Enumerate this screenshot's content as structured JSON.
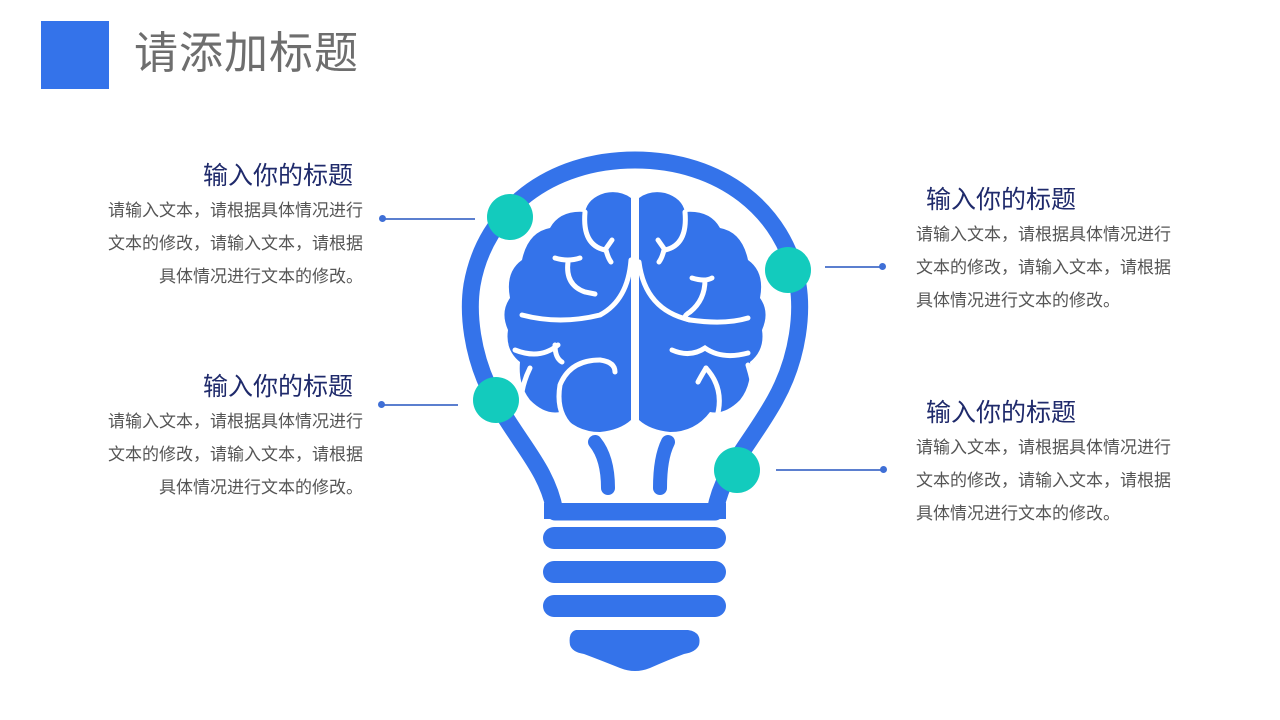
{
  "header": {
    "title": "请添加标题",
    "accent_color": "#3473ea"
  },
  "colors": {
    "bulb": "#3473ea",
    "node": "#13cbbd",
    "heading": "#1f2a6b",
    "body": "#555555",
    "connector": "#5b7fcf"
  },
  "blocks": [
    {
      "position": "top-left",
      "heading": "输入你的标题",
      "lines": [
        "请输入文本，请根据具体情况进行",
        "文本的修改，请输入文本，请根据",
        "具体情况进行文本的修改。"
      ]
    },
    {
      "position": "bottom-left",
      "heading": "输入你的标题",
      "lines": [
        "请输入文本，请根据具体情况进行",
        "文本的修改，请输入文本，请根据",
        "具体情况进行文本的修改。"
      ]
    },
    {
      "position": "top-right",
      "heading": "输入你的标题",
      "lines": [
        "请输入文本，请根据具体情况进行",
        "文本的修改，请输入文本，请根据",
        "具体情况进行文本的修改。"
      ]
    },
    {
      "position": "bottom-right",
      "heading": "输入你的标题",
      "lines": [
        "请输入文本，请根据具体情况进行",
        "文本的修改，请输入文本，请根据",
        "具体情况进行文本的修改。"
      ]
    }
  ],
  "graphic": {
    "icon": "lightbulb-brain-icon",
    "node_count": 4
  }
}
